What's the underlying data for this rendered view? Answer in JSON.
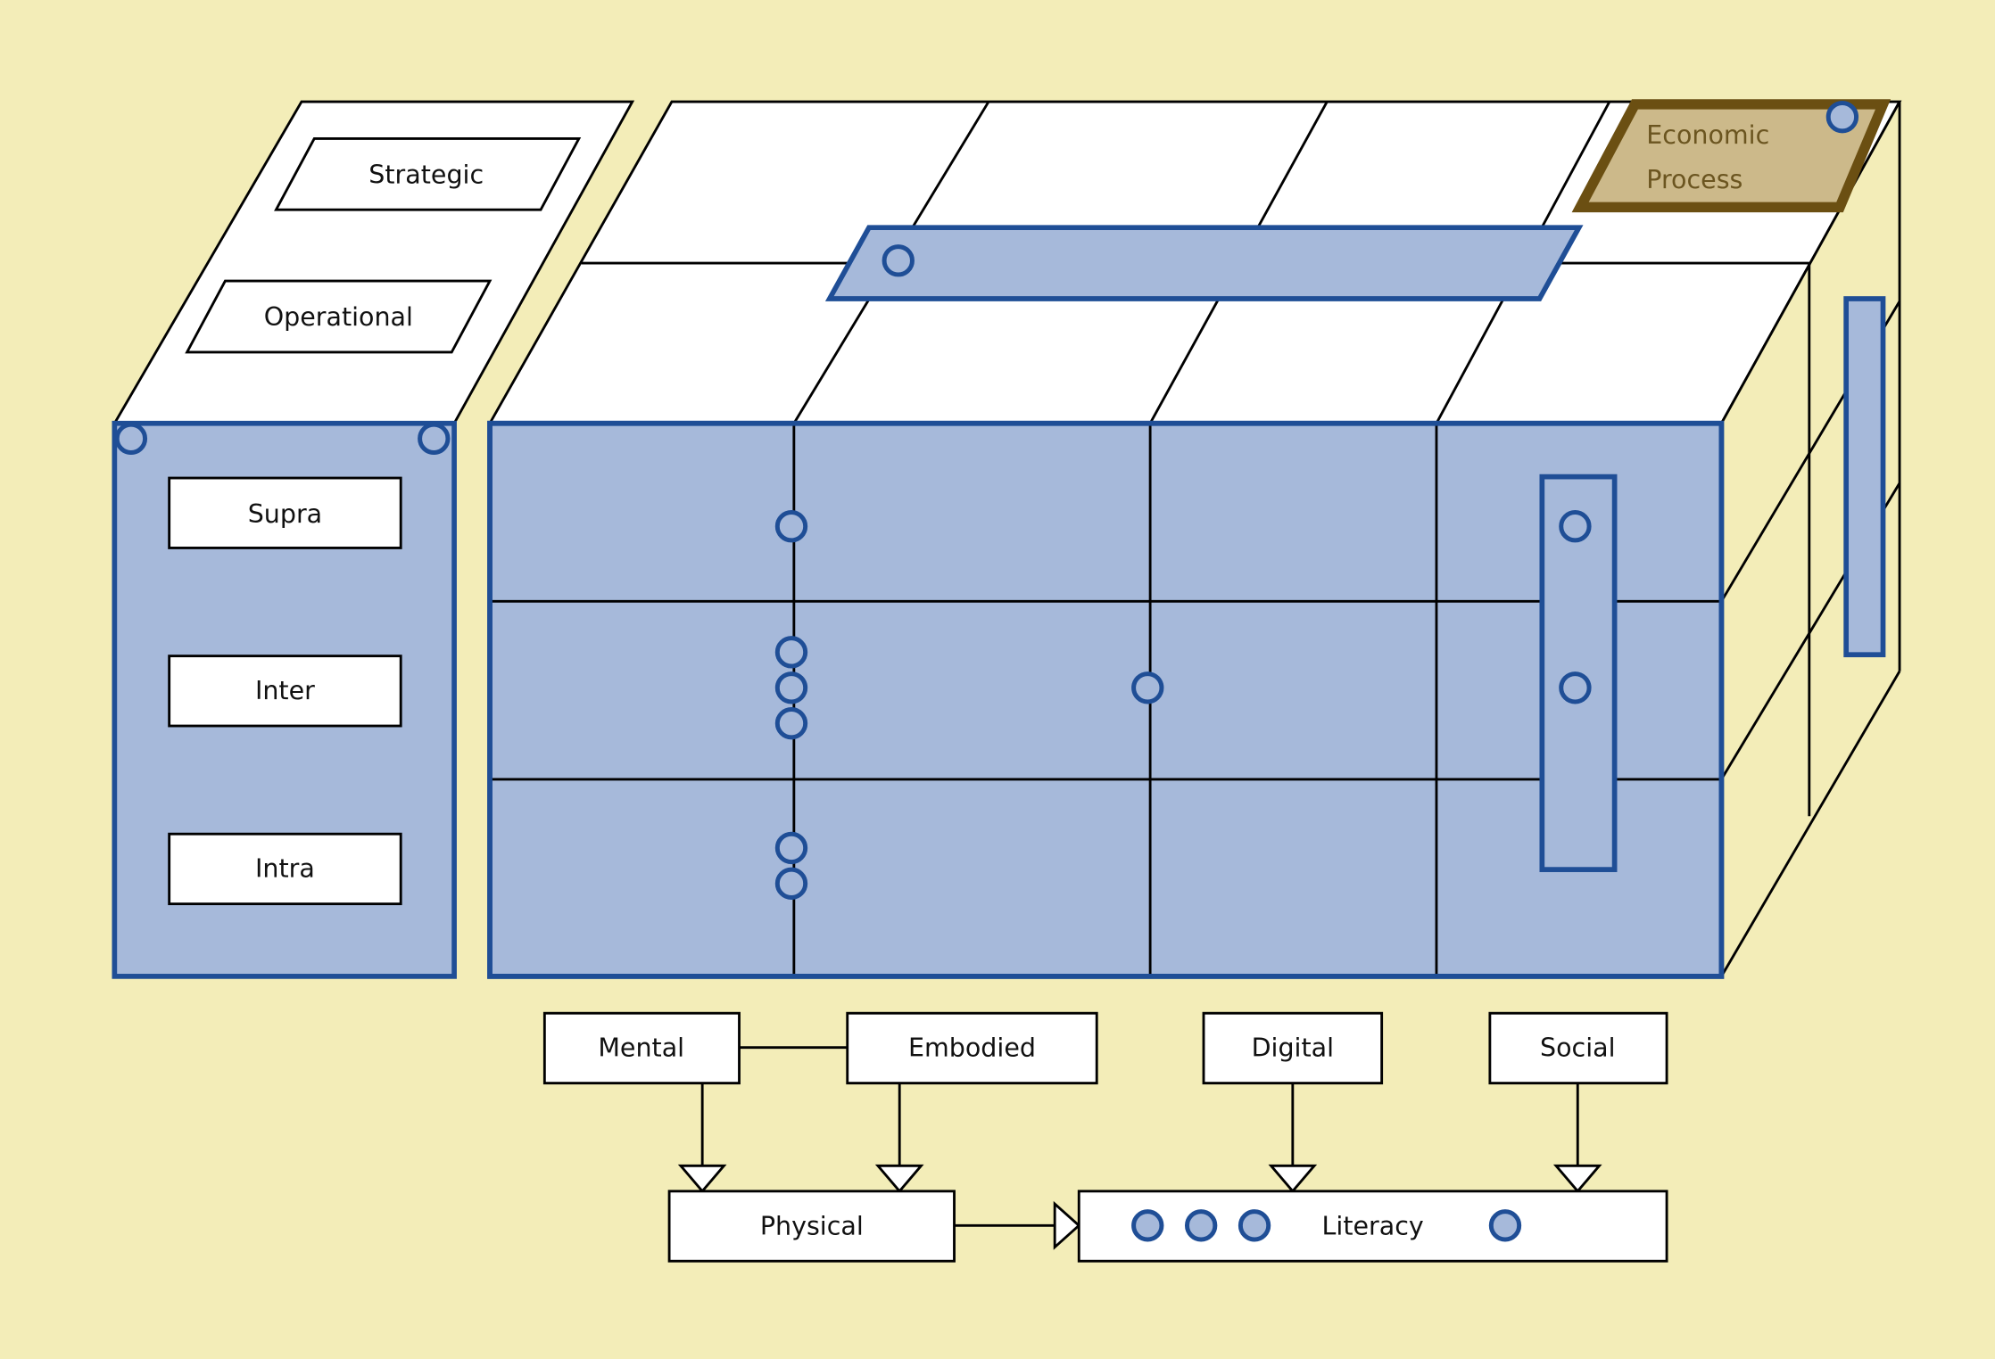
{
  "colors": {
    "background": "#f3edb8",
    "panel_blue": "#a6b9da",
    "panel_blue_border": "#1f4e96",
    "economic_fill": "#ccb98a",
    "economic_border": "#6b4f12",
    "economic_text": "#6b5520"
  },
  "left_panel": {
    "top_labels": [
      "Strategic",
      "Operational"
    ],
    "front_labels": [
      "Supra",
      "Inter",
      "Intra"
    ]
  },
  "main_block": {
    "top_right_label_line1": "Economic",
    "top_right_label_line2": "Process"
  },
  "bottom": {
    "sources": [
      "Mental",
      "Embodied",
      "Digital",
      "Social"
    ],
    "physical": "Physical",
    "literacy": "Literacy"
  }
}
